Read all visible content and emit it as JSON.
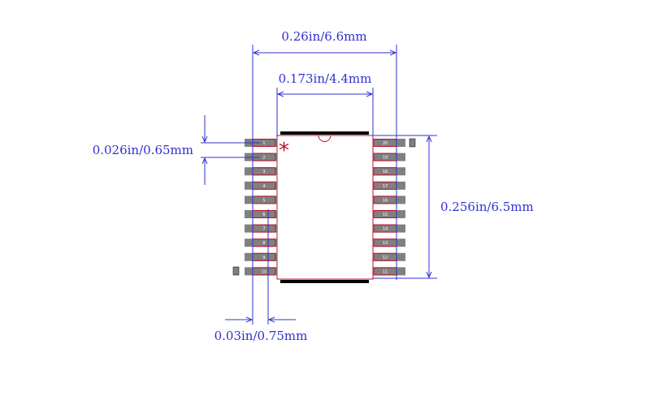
{
  "dimensions": {
    "overall_width": "0.26in/6.6mm",
    "body_width": "0.173in/4.4mm",
    "pin_pitch": "0.026in/0.65mm",
    "body_length": "0.256in/6.5mm",
    "pad_width": "0.03in/0.75mm"
  },
  "pins": {
    "left": [
      "1",
      "2",
      "3",
      "4",
      "5",
      "6",
      "7",
      "8",
      "9",
      "10"
    ],
    "right": [
      "20",
      "19",
      "18",
      "17",
      "16",
      "15",
      "14",
      "13",
      "12",
      "11"
    ]
  },
  "pin1_marker": "*",
  "colors": {
    "dimension": "#3030d0",
    "outline": "#c0102a",
    "pad": "#808080",
    "body_bar": "#000000"
  }
}
